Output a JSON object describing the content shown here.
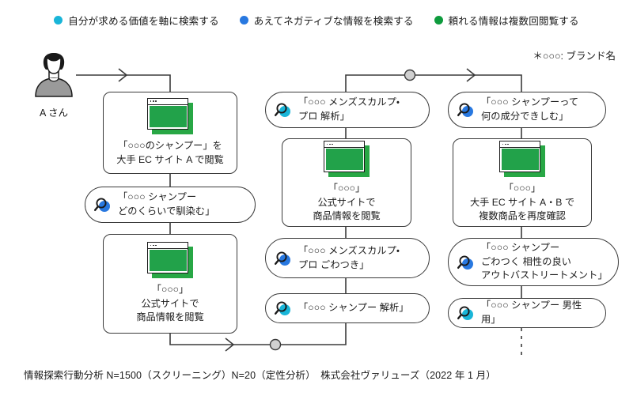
{
  "legend": {
    "items": [
      {
        "label": "自分が求める価値を軸に検索する",
        "color": "#19b5d8",
        "icon": "legend-dot-cyan"
      },
      {
        "label": "あえてネガティブな情報を検索する",
        "color": "#2878e0",
        "icon": "legend-dot-blue"
      },
      {
        "label": "頼れる情報は複数回閲覧する",
        "color": "#0e9b3d",
        "icon": "legend-dot-green"
      }
    ]
  },
  "brand_note": "＊○○○: ブランド名",
  "persona": {
    "name": "A さん",
    "icon": "avatar-person-icon"
  },
  "columns": [
    {
      "id": "column-1",
      "nodes": [
        {
          "type": "box",
          "name": "node-browse-ec-site-a",
          "icon": "browser-window-icon",
          "text": "「○○○のシャンプー」を\n大手 EC サイト A で閲覧"
        },
        {
          "type": "pill",
          "name": "node-search-how-long-to-absorb",
          "icon": "magnifier-icon",
          "icon_color": "#2878e0",
          "text": "「○○○ シャンプー\nどのくらいで馴染む」"
        },
        {
          "type": "box",
          "name": "node-browse-official-site-1",
          "icon": "browser-window-icon",
          "text": "「○○○」\n公式サイトで\n商品情報を閲覧"
        }
      ]
    },
    {
      "id": "column-2",
      "nodes": [
        {
          "type": "pill",
          "name": "node-search-mens-scalp-pro-kaiseki",
          "icon": "magnifier-icon",
          "icon_color": "#19b5d8",
          "text": "「○○○ メンズスカルプ・\nプロ 解析」"
        },
        {
          "type": "box",
          "name": "node-browse-official-site-2",
          "icon": "browser-window-icon",
          "text": "「○○○」\n公式サイトで\n商品情報を閲覧"
        },
        {
          "type": "pill",
          "name": "node-search-mens-scalp-pro-gowatsuki",
          "icon": "magnifier-icon",
          "icon_color": "#2878e0",
          "text": "「○○○ メンズスカルプ・\nプロ ごわつき」"
        },
        {
          "type": "pill",
          "name": "node-search-shampoo-kaiseki",
          "icon": "magnifier-icon",
          "icon_color": "#19b5d8",
          "text": "「○○○ シャンプー 解析」"
        }
      ]
    },
    {
      "id": "column-3",
      "nodes": [
        {
          "type": "pill",
          "name": "node-search-what-ingredient-kishimu",
          "icon": "magnifier-icon",
          "icon_color": "#2878e0",
          "text": "「○○○ シャンプーって\n何の成分できしむ」"
        },
        {
          "type": "box",
          "name": "node-recheck-ec-sites-ab",
          "icon": "browser-window-icon",
          "text": "「○○○」\n大手 EC サイト A・B で\n複数商品を再度確認"
        },
        {
          "type": "pill",
          "name": "node-search-outbath-treatment",
          "icon": "magnifier-icon",
          "icon_color": "#2878e0",
          "text": "「○○○ シャンプー\nごわつく 相性の良い\nアウトバストリートメント」"
        },
        {
          "type": "pill",
          "name": "node-search-shampoo-for-men",
          "icon": "magnifier-icon",
          "icon_color": "#19b5d8",
          "text": "「○○○ シャンプー 男性用」"
        }
      ]
    }
  ],
  "footer": "情報探索行動分析 N=1500（スクリーニング）N=20（定性分析）　株式会社ヴァリューズ（2022 年 1 月）",
  "colors": {
    "line": "#3b3b3b",
    "node_circle_fill": "#d0d0d0",
    "browser_green": "#22a24a",
    "browser_green_shadow": "#28a745"
  }
}
